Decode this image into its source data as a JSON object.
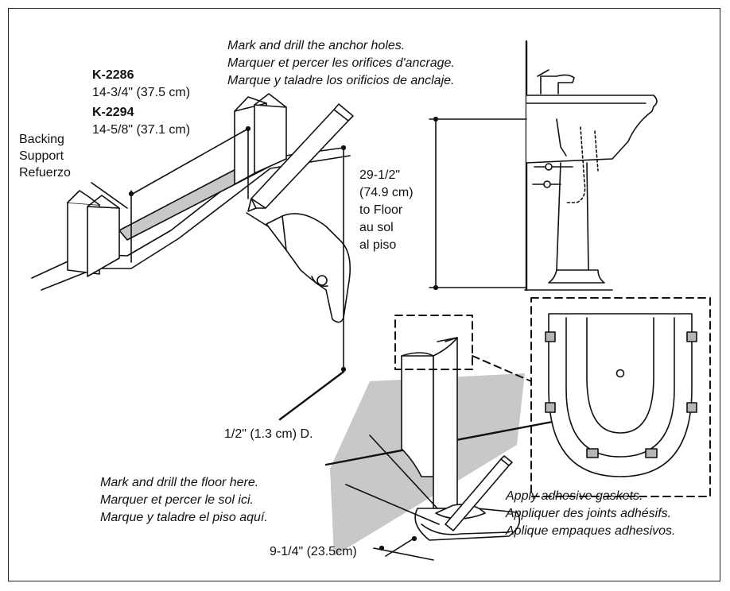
{
  "anchor_instruction": {
    "en": "Mark and drill the anchor holes.",
    "fr": "Marquer et percer les orifices d'ancrage.",
    "es": "Marque y taladre los orificios de anclaje."
  },
  "models": [
    {
      "model": "K-2286",
      "dimension": "14-3/4\" (37.5 cm)"
    },
    {
      "model": "K-2294",
      "dimension": "14-5/8\" (37.1 cm)"
    }
  ],
  "backing_labels": {
    "line1": "Backing",
    "line2": "Support",
    "line3": "Refuerzo"
  },
  "height_labels": {
    "value": "29-1/2\"",
    "metric": "(74.9 cm)",
    "en": "to Floor",
    "fr": "au sol",
    "es": "al piso"
  },
  "hole_diameter": "1/2\" (1.3 cm) D.",
  "floor_instruction": {
    "en": "Mark and drill the floor here.",
    "fr": "Marquer et percer le sol ici.",
    "es": "Marque y taladre el piso aquí."
  },
  "offset_dimension": "9-1/4\" (23.5cm)",
  "gasket_instruction": {
    "en": "Apply adhesive gaskets.",
    "fr": "Appliquer des joints adhésifs.",
    "es": "Aplique empaques adhesivos."
  },
  "colors": {
    "line": "#111111",
    "shade": "#c8c8c8",
    "gasket": "#b5b5b5"
  }
}
